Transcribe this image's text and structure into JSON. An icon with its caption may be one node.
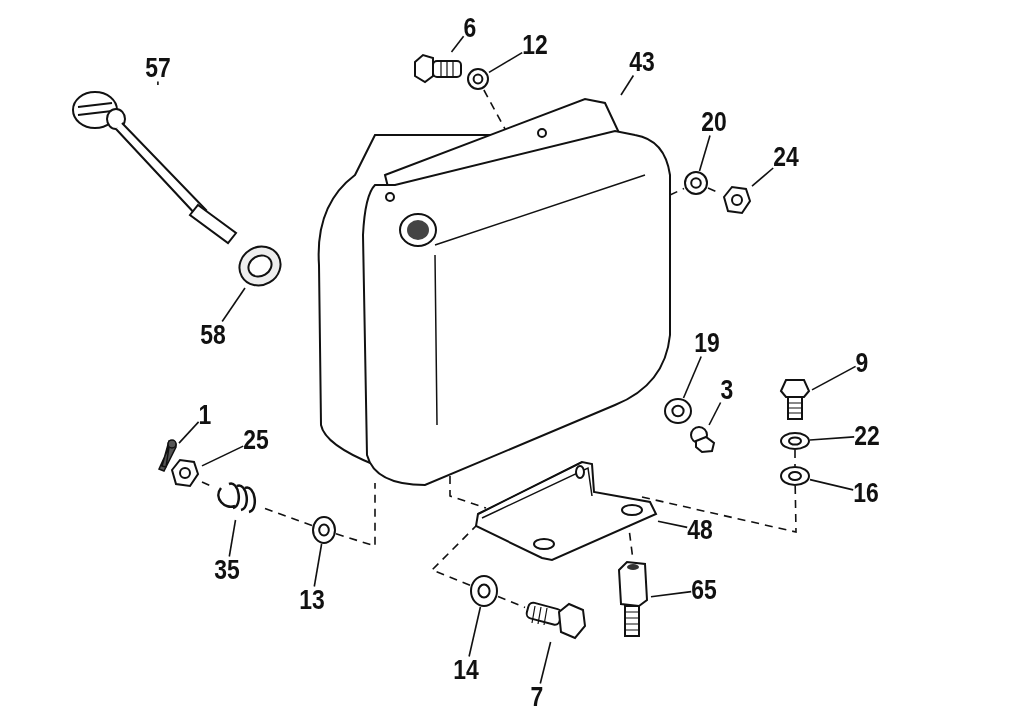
{
  "diagram": {
    "nodes": [
      {
        "text": [
          "57"
        ]
      },
      {
        "text": [],
        "shape": "picture"
      },
      {
        "text": [
          "6"
        ]
      },
      {
        "text": [],
        "shape": "picture"
      },
      {
        "text": [
          "12"
        ]
      },
      {
        "text": [],
        "shape": "picture"
      },
      {
        "text": [
          "43"
        ]
      },
      {
        "text": [],
        "shape": "picture"
      },
      {
        "text": [
          "20"
        ]
      },
      {
        "text": [],
        "shape": "picture"
      },
      {
        "text": [
          "24"
        ]
      },
      {
        "text": [],
        "shape": "picture"
      },
      {
        "text": [
          "58"
        ]
      },
      {
        "text": [],
        "shape": "picture"
      },
      {
        "text": [
          "19"
        ]
      },
      {
        "text": [],
        "shape": "picture"
      },
      {
        "text": [
          "9"
        ]
      },
      {
        "text": [],
        "shape": "picture"
      },
      {
        "text": [
          "3"
        ]
      },
      {
        "text": [],
        "shape": "picture"
      },
      {
        "text": [
          "1"
        ]
      },
      {
        "text": [],
        "shape": "picture"
      },
      {
        "text": [
          "25"
        ]
      },
      {
        "text": [],
        "shape": "picture"
      },
      {
        "text": [
          "22"
        ]
      },
      {
        "text": [],
        "shape": "picture"
      },
      {
        "text": [
          "16"
        ]
      },
      {
        "text": [],
        "shape": "picture"
      },
      {
        "text": [
          "48"
        ]
      },
      {
        "text": [],
        "shape": "picture"
      },
      {
        "text": [
          "35"
        ]
      },
      {
        "text": [],
        "shape": "picture"
      },
      {
        "text": [
          "65"
        ]
      },
      {
        "text": [],
        "shape": "picture"
      },
      {
        "text": [
          "13"
        ]
      },
      {
        "text": [],
        "shape": "picture"
      },
      {
        "text": [
          "14"
        ]
      },
      {
        "text": [],
        "shape": "picture"
      },
      {
        "text": [
          "7"
        ]
      },
      {
        "text": [],
        "shape": "picture"
      }
    ],
    "edges": [
      {
        "from": 0,
        "to": 1,
        "arrow": "none"
      },
      {
        "from": 2,
        "to": 3,
        "arrow": "none"
      },
      {
        "from": 4,
        "to": 5,
        "arrow": "none"
      },
      {
        "from": 6,
        "to": 7,
        "arrow": "none"
      },
      {
        "from": 8,
        "to": 9,
        "arrow": "none"
      },
      {
        "from": 10,
        "to": 11,
        "arrow": "none"
      },
      {
        "from": 12,
        "to": 13,
        "arrow": "none"
      },
      {
        "from": 14,
        "to": 15,
        "arrow": "none"
      },
      {
        "from": 16,
        "to": 17,
        "arrow": "none"
      },
      {
        "from": 18,
        "to": 19,
        "arrow": "none"
      },
      {
        "from": 20,
        "to": 21,
        "arrow": "none"
      },
      {
        "from": 22,
        "to": 23,
        "arrow": "none"
      },
      {
        "from": 24,
        "to": 25,
        "arrow": "none"
      },
      {
        "from": 26,
        "to": 27,
        "arrow": "none"
      },
      {
        "from": 28,
        "to": 29,
        "arrow": "none"
      },
      {
        "from": 30,
        "to": 31,
        "arrow": "none"
      },
      {
        "from": 32,
        "to": 33,
        "arrow": "none"
      },
      {
        "from": 34,
        "to": 35,
        "arrow": "none"
      },
      {
        "from": 36,
        "to": 37,
        "arrow": "none"
      },
      {
        "from": 38,
        "to": 39,
        "arrow": "none"
      },
      {
        "from": 5,
        "to": 7,
        "arrow": "none",
        "style": "dashed"
      },
      {
        "from": 7,
        "to": 9,
        "arrow": "none",
        "style": "dashed"
      },
      {
        "from": 9,
        "to": 11,
        "arrow": "none",
        "style": "dashed"
      },
      {
        "from": 23,
        "to": 31,
        "arrow": "none",
        "style": "dashed"
      },
      {
        "from": 31,
        "to": 35,
        "arrow": "none",
        "style": "dashed"
      },
      {
        "from": 35,
        "to": 7,
        "arrow": "none",
        "style": "dashed"
      },
      {
        "from": 7,
        "to": 29,
        "arrow": "none",
        "style": "dashed"
      },
      {
        "from": 37,
        "to": 29,
        "arrow": "none",
        "style": "dashed"
      },
      {
        "from": 37,
        "to": 39,
        "arrow": "none",
        "style": "dashed"
      },
      {
        "from": 29,
        "to": 33,
        "arrow": "none",
        "style": "dashed"
      },
      {
        "from": 29,
        "to": 27,
        "arrow": "none",
        "style": "dashed"
      },
      {
        "from": 25,
        "to": 27,
        "arrow": "none",
        "style": "dashed"
      }
    ]
  }
}
